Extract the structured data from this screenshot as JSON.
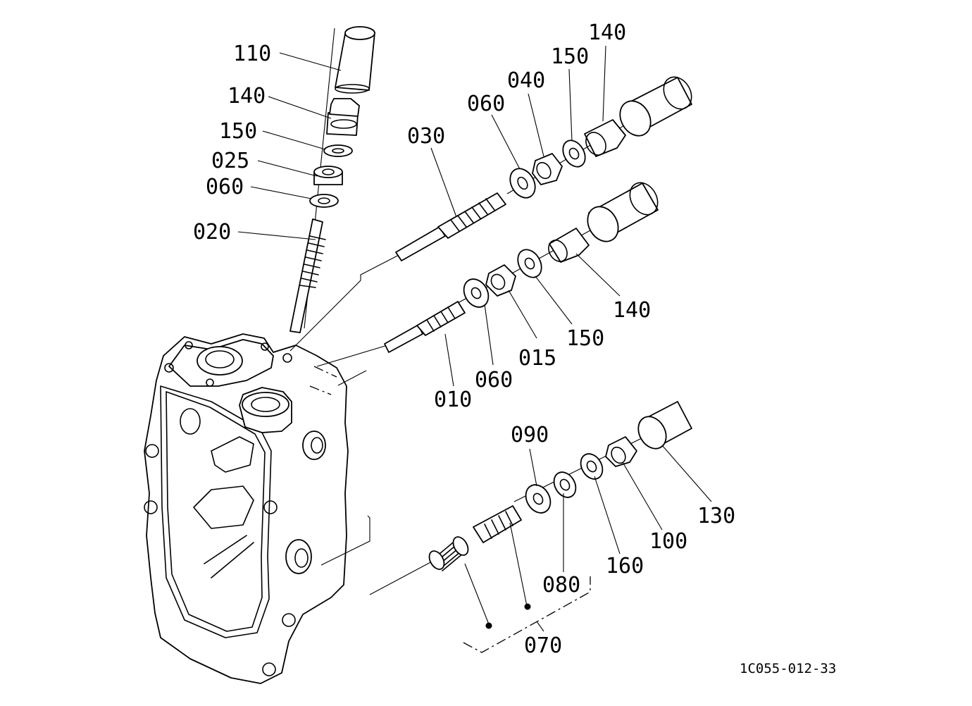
{
  "labels": {
    "l110": "110",
    "l140a": "140",
    "l150a": "150",
    "l025": "025",
    "l060a": "060",
    "l020": "020",
    "l030": "030",
    "l060b": "060",
    "l040": "040",
    "l150b": "150",
    "l140b": "140",
    "l140c": "140",
    "l150c": "150",
    "l015": "015",
    "l060c": "060",
    "l010": "010",
    "l090": "090",
    "l080": "080",
    "l160": "160",
    "l100": "100",
    "l130": "130",
    "l070": "070"
  },
  "drawing_code": "1C055-012-33"
}
